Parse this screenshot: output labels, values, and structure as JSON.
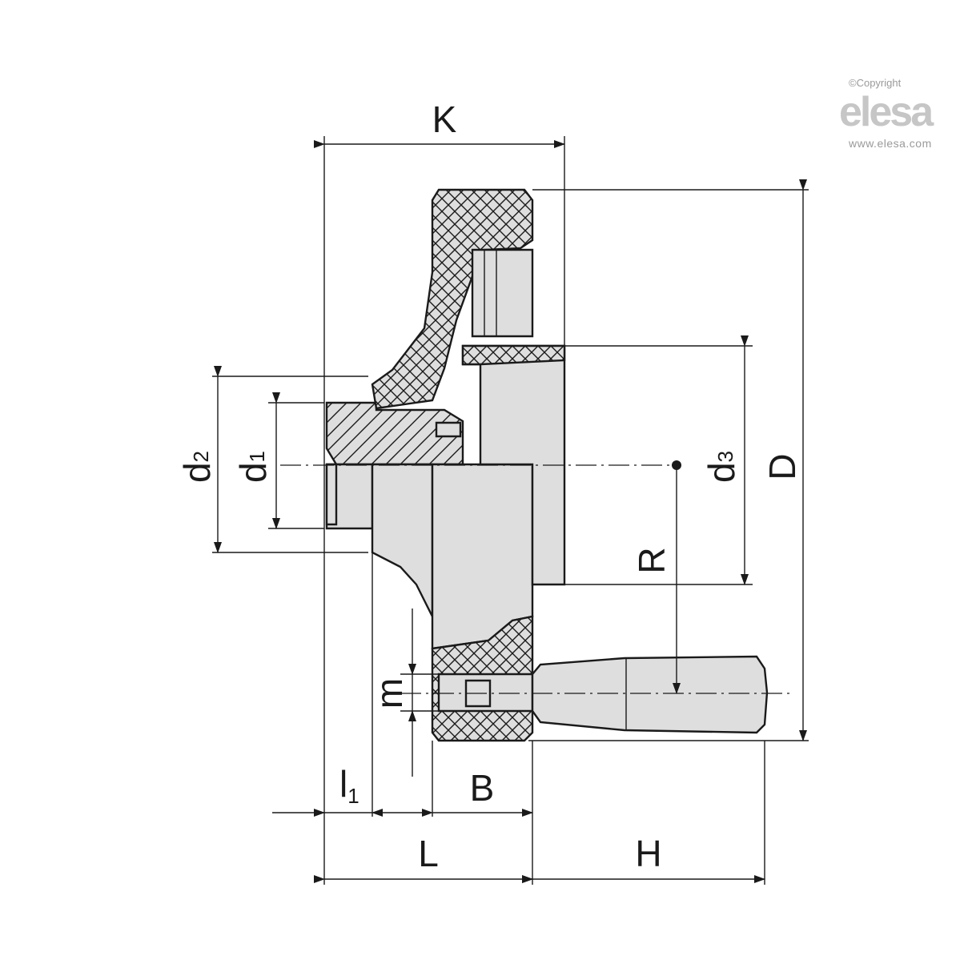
{
  "watermark": {
    "copyright": "©Copyright",
    "logo": "elesa",
    "url": "www.elesa.com"
  },
  "dimensions": {
    "K": "K",
    "D": "D",
    "d2": {
      "base": "d",
      "sub": "2"
    },
    "d1": {
      "base": "d",
      "sub": "1"
    },
    "d3": {
      "base": "d",
      "sub": "3"
    },
    "R": "R",
    "m": "m",
    "l1": {
      "base": "l",
      "sub": "1"
    },
    "B": "B",
    "L": "L",
    "H": "H"
  }
}
